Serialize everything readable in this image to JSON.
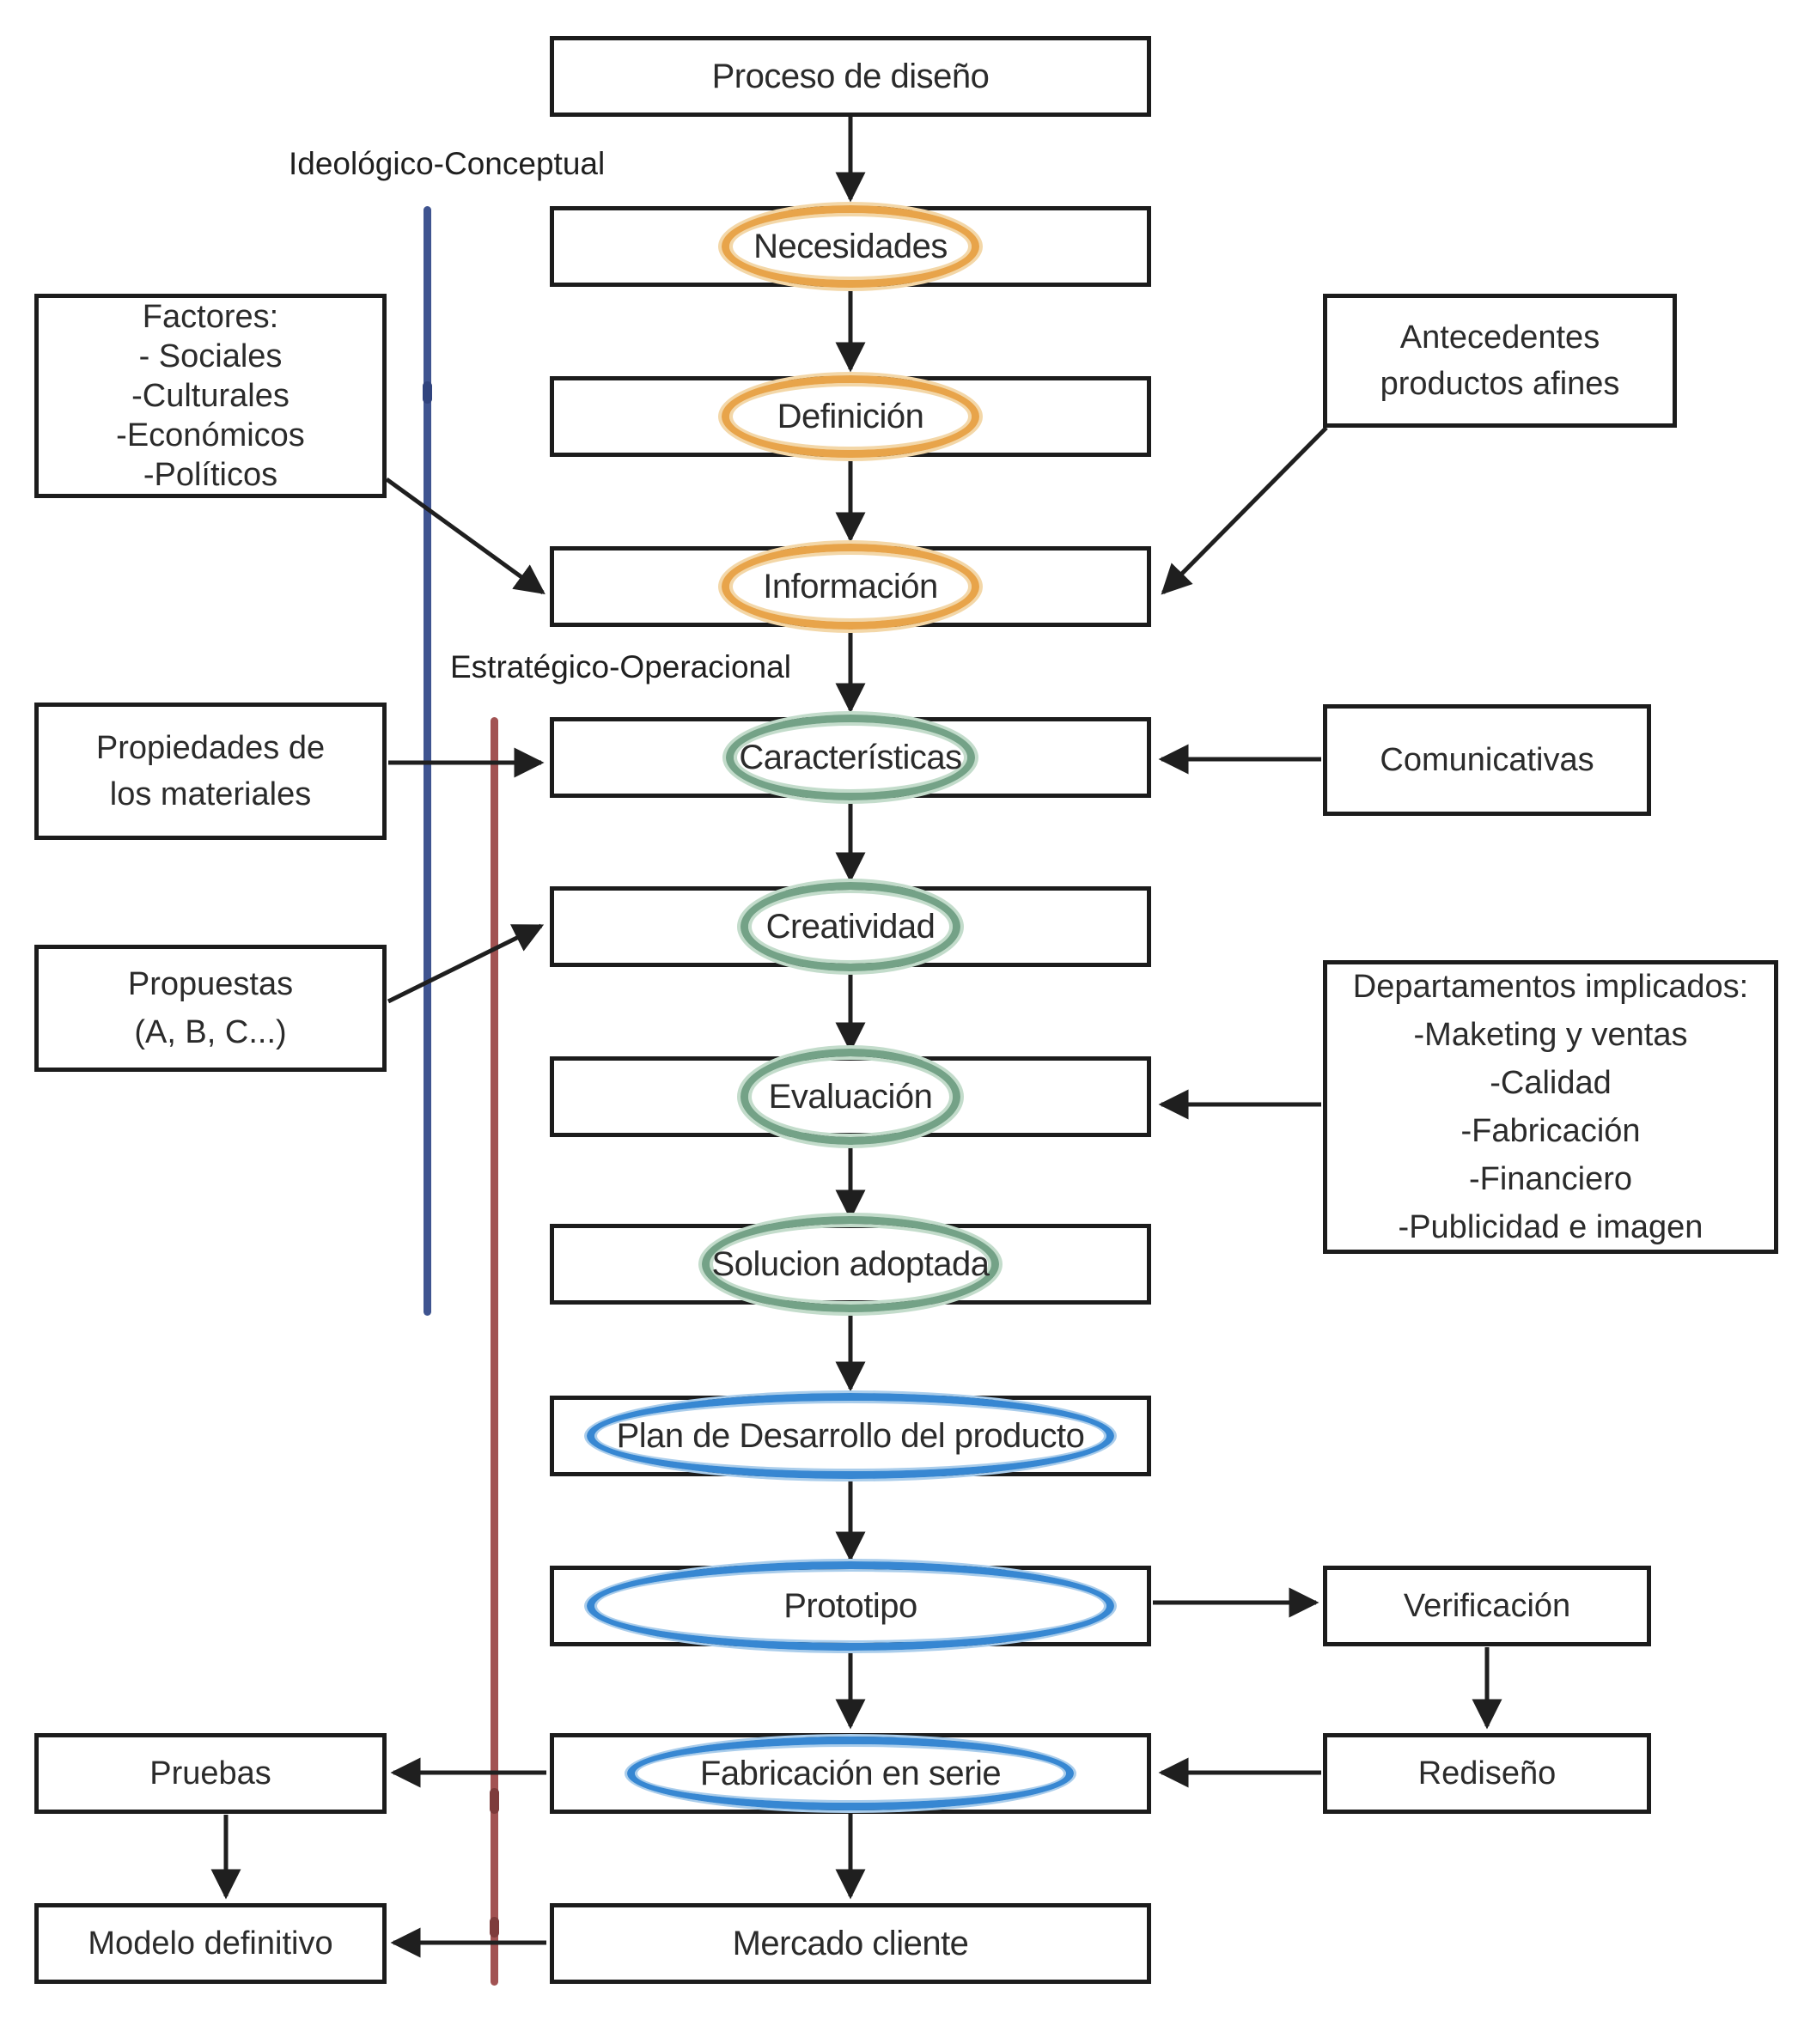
{
  "section_labels": {
    "top": "Ideológico-Conceptual",
    "middle": "Estratégico-Operacional"
  },
  "flow_nodes": [
    {
      "label": "Proceso de diseño",
      "ellipse": "none"
    },
    {
      "label": "Necesidades",
      "ellipse": "orange"
    },
    {
      "label": "Definición",
      "ellipse": "orange"
    },
    {
      "label": "Información",
      "ellipse": "orange"
    },
    {
      "label": "Características",
      "ellipse": "green"
    },
    {
      "label": "Creatividad",
      "ellipse": "green"
    },
    {
      "label": "Evaluación",
      "ellipse": "green"
    },
    {
      "label": "Solucion adoptada",
      "ellipse": "green"
    },
    {
      "label": "Plan de Desarrollo del producto",
      "ellipse": "blue"
    },
    {
      "label": "Prototipo",
      "ellipse": "blue"
    },
    {
      "label": "Fabricación en serie",
      "ellipse": "blue"
    },
    {
      "label": "Mercado cliente",
      "ellipse": "none"
    }
  ],
  "side_boxes": {
    "factores": {
      "lines": [
        "Factores:",
        "- Sociales",
        "-Culturales",
        "-Económicos",
        "-Políticos"
      ]
    },
    "propiedades": {
      "label": "Propiedades de los materiales"
    },
    "propuestas": {
      "lines": [
        "Propuestas",
        "(A, B, C...)"
      ]
    },
    "pruebas": {
      "label": "Pruebas"
    },
    "modelo": {
      "label": "Modelo definitivo"
    },
    "antecedentes": {
      "label": "Antecedentes productos afines"
    },
    "comunicativas": {
      "label": "Comunicativas"
    },
    "departamentos": {
      "lines": [
        "Departamentos implicados:",
        "-Maketing y ventas",
        "-Calidad",
        "-Fabricación",
        "-Financiero",
        "-Publicidad e imagen"
      ]
    },
    "verificacion": {
      "label": "Verificación"
    },
    "rediseno": {
      "label": "Rediseño"
    }
  },
  "colors": {
    "orange": "#E8A44A",
    "orange_glow": "#F3D7A8",
    "green": "#74A287",
    "green_glow": "#C3DCCB",
    "blue": "#3787D2",
    "blue_glow": "#AACDEB",
    "line_blue": "#3F5490",
    "line_red": "#A25353",
    "arrow": "#1f1f1f",
    "artifact": "#F6E3C8"
  }
}
